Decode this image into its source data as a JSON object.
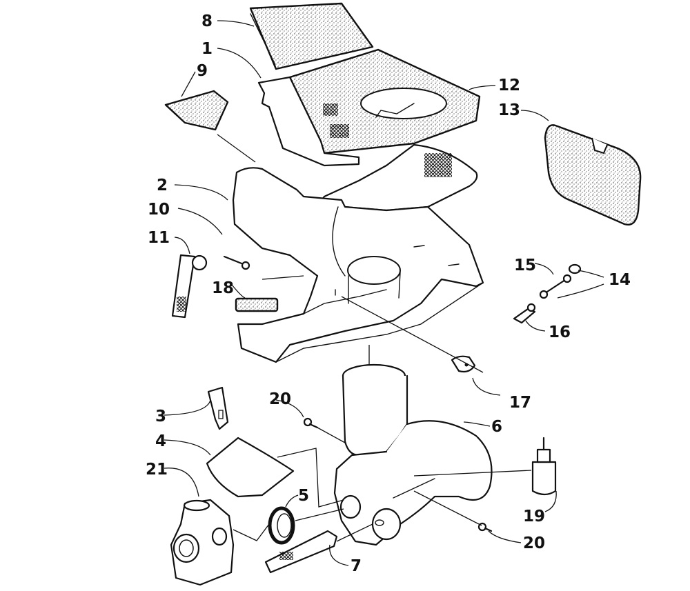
{
  "callouts": [
    {
      "id": "c8",
      "label": "8"
    },
    {
      "id": "c1",
      "label": "1"
    },
    {
      "id": "c9",
      "label": "9"
    },
    {
      "id": "c12",
      "label": "12"
    },
    {
      "id": "c13",
      "label": "13"
    },
    {
      "id": "c2",
      "label": "2"
    },
    {
      "id": "c10",
      "label": "10"
    },
    {
      "id": "c11",
      "label": "11"
    },
    {
      "id": "c18",
      "label": "18"
    },
    {
      "id": "c15",
      "label": "15"
    },
    {
      "id": "c14",
      "label": "14"
    },
    {
      "id": "c16",
      "label": "16"
    },
    {
      "id": "c17",
      "label": "17"
    },
    {
      "id": "c20a",
      "label": "20"
    },
    {
      "id": "c3",
      "label": "3"
    },
    {
      "id": "c6",
      "label": "6"
    },
    {
      "id": "c4",
      "label": "4"
    },
    {
      "id": "c21",
      "label": "21"
    },
    {
      "id": "c5",
      "label": "5"
    },
    {
      "id": "c19",
      "label": "19"
    },
    {
      "id": "c20b",
      "label": "20"
    },
    {
      "id": "c7",
      "label": "7"
    }
  ]
}
